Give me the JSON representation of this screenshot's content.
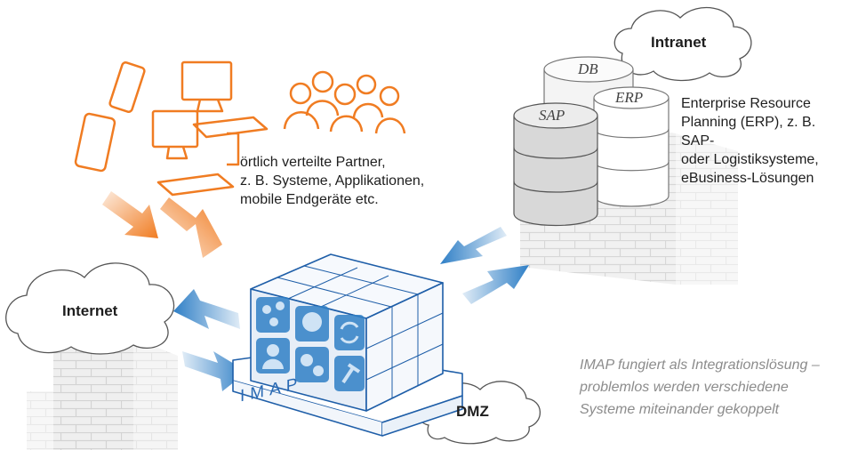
{
  "colors": {
    "orange": "#f07c22",
    "blue": "#2f7fc6",
    "dark_blue": "#1e5ea8",
    "brick": "#d9d9d9",
    "text": "#1e1e1e",
    "caption": "#8c8c8c"
  },
  "clouds": {
    "internet": "Internet",
    "intranet": "Intranet",
    "dmz": "DMZ"
  },
  "partners": {
    "lines": [
      "örtlich verteilte Partner,",
      "z. B. Systeme, Applikationen,",
      "mobile Endgeräte etc."
    ]
  },
  "erp": {
    "lines": [
      "Enterprise Resource",
      "Planning (ERP), z. B. SAP-",
      "oder Logistiksysteme,",
      "eBusiness-Lösungen"
    ]
  },
  "databases": {
    "db": "DB",
    "erp": "ERP",
    "sap": "SAP"
  },
  "imap": {
    "label": "IMAP",
    "icons": [
      "network-icon",
      "head-icon",
      "sync-arrows-icon",
      "partner-icon",
      "gears-icon",
      "plug-icon"
    ]
  },
  "caption": {
    "lines": [
      "IMAP fungiert als Integrationslösung –",
      "problemlos werden verschiedene",
      "Systeme miteinander gekoppelt"
    ]
  }
}
